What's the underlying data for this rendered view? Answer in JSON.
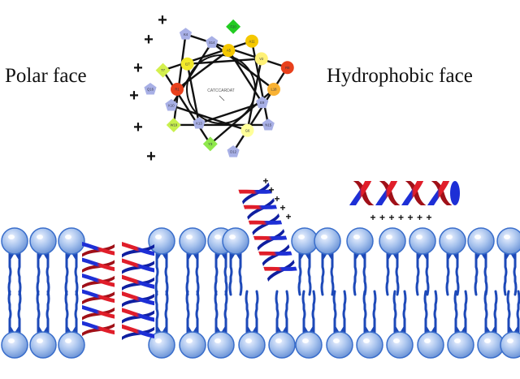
{
  "labels": {
    "polar_face": "Polar face",
    "hydrophobic_face": "Hydrophobic face"
  },
  "wheel": {
    "center_text": "CATCCARDAT",
    "residues": [
      {
        "code": "R1",
        "shape": "circle",
        "color": "#e8401c"
      },
      {
        "code": "A5",
        "shape": "circle",
        "color": "#f5c800"
      },
      {
        "code": "E9",
        "shape": "pentagon",
        "color": "#a8b0e6"
      },
      {
        "code": "K13",
        "shape": "pentagon",
        "color": "#a8b0e6"
      },
      {
        "code": "I17",
        "shape": "circle",
        "color": "#f3ea2a"
      },
      {
        "code": "V2",
        "shape": "circle",
        "color": "#fff176"
      },
      {
        "code": "G6",
        "shape": "circle",
        "color": "#ffff99"
      },
      {
        "code": "K10",
        "shape": "pentagon",
        "color": "#a8b0e6"
      },
      {
        "code": "S14",
        "shape": "pentagon",
        "color": "#a8b0e6"
      },
      {
        "code": "L18",
        "shape": "circle",
        "color": "#f9b233"
      },
      {
        "code": "Y3",
        "shape": "diamond",
        "color": "#8fe84c"
      },
      {
        "code": "T7",
        "shape": "diamond",
        "color": "#d4f04e"
      },
      {
        "code": "A11",
        "shape": "circle",
        "color": "#f5c800"
      },
      {
        "code": "N15",
        "shape": "pentagon",
        "color": "#a8b0e6"
      },
      {
        "code": "W19",
        "shape": "diamond",
        "color": "#c8f04e"
      },
      {
        "code": "K4",
        "shape": "pentagon",
        "color": "#a8b0e6"
      },
      {
        "code": "R8",
        "shape": "circle",
        "color": "#e8401c"
      },
      {
        "code": "D12",
        "shape": "pentagon",
        "color": "#a8b0e6"
      },
      {
        "code": "Q16",
        "shape": "pentagon",
        "color": "#a8b0e6"
      },
      {
        "code": "F20",
        "shape": "diamond",
        "color": "#22cc22"
      }
    ],
    "plus_signs": [
      "+",
      "+",
      "+",
      "+",
      "+",
      "+",
      "+"
    ]
  },
  "peptides": {
    "vertical_charges": [
      "+",
      "+",
      "+",
      "+",
      "+"
    ],
    "surface_charges": [
      "+",
      "+",
      "+",
      "+",
      "+",
      "+",
      "+"
    ]
  },
  "colors": {
    "lipid_head": "#a9c4ee",
    "lipid_head_edge": "#3a6ecb",
    "lipid_tail": "#1d49b8",
    "helix_blue": "#1d2fd6",
    "helix_red": "#e01e2a",
    "polar_residue": "#a8b0e6",
    "charged_residue": "#e8401c",
    "hydrophobic_residue": "#f5c800"
  }
}
